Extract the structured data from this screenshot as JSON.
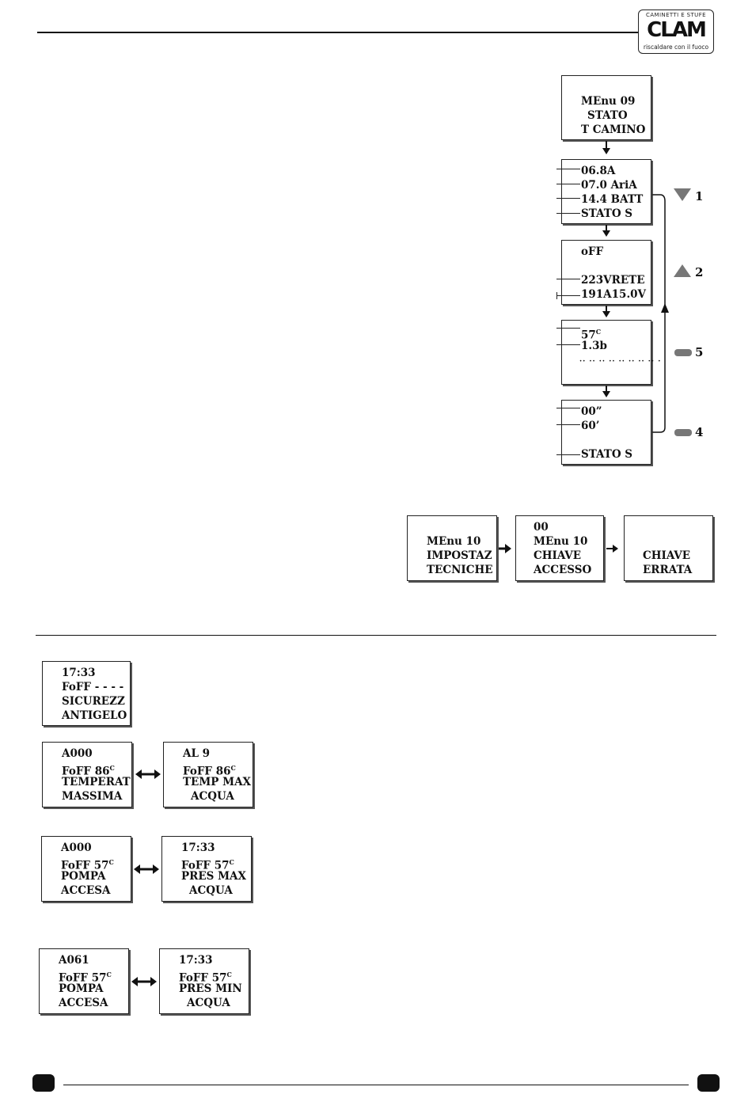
{
  "header": {
    "logo_top": "CAMINETTI E STUFE",
    "logo_brand": "CLAM",
    "logo_tagline": "riscaldare con il fuoco"
  },
  "menu09": {
    "screen1": [
      "MEnu 09",
      "STATO",
      "T CAMINO"
    ],
    "screen2": [
      "06.8A",
      "07.0  AriA",
      "14.4   BATT",
      "STATO      S"
    ],
    "screen3": [
      "oFF",
      "",
      "223VRETE",
      "191A15.0V"
    ],
    "screen4": [
      "57",
      "1.3b",
      "·· ·· ·· ·· ·· ·· ·· ·· ·"
    ],
    "screen4_sup": "C",
    "screen5": [
      "00”",
      "60’",
      "",
      "STATO     S"
    ]
  },
  "legend": {
    "down": "1",
    "up": "2",
    "key5": "5",
    "key4": "4"
  },
  "menu10": {
    "screen1": [
      "MEnu 10",
      "IMPOSTAZ",
      "TECNICHE"
    ],
    "screen2": [
      "00",
      "MEnu 10",
      "CHIAVE",
      "ACCESSO"
    ],
    "screen3": [
      "CHIAVE",
      "ERRATA"
    ]
  },
  "alarms": {
    "antigelo": [
      "17:33",
      "FoFF - - - -",
      "SICUREZZ",
      "ANTIGELO"
    ],
    "tmax_left": [
      "A000",
      "FoFF       86",
      "TEMPERAT",
      "MASSIMA"
    ],
    "tmax_right": [
      "AL 9",
      "FoFF       86",
      "TEMP MAX",
      "ACQUA"
    ],
    "pmax_left": [
      "A000",
      "FoFF      57",
      "POMPA",
      "ACCESA"
    ],
    "pmax_right": [
      "17:33",
      "FoFF      57",
      "PRES MAX",
      "ACQUA"
    ],
    "pmin_left": [
      "A061",
      "FoFF      57",
      "POMPA",
      "ACCESA"
    ],
    "pmin_right": [
      "17:33",
      "FoFF      57",
      "PRES MIN",
      "ACQUA"
    ],
    "deg_sup": "C"
  }
}
